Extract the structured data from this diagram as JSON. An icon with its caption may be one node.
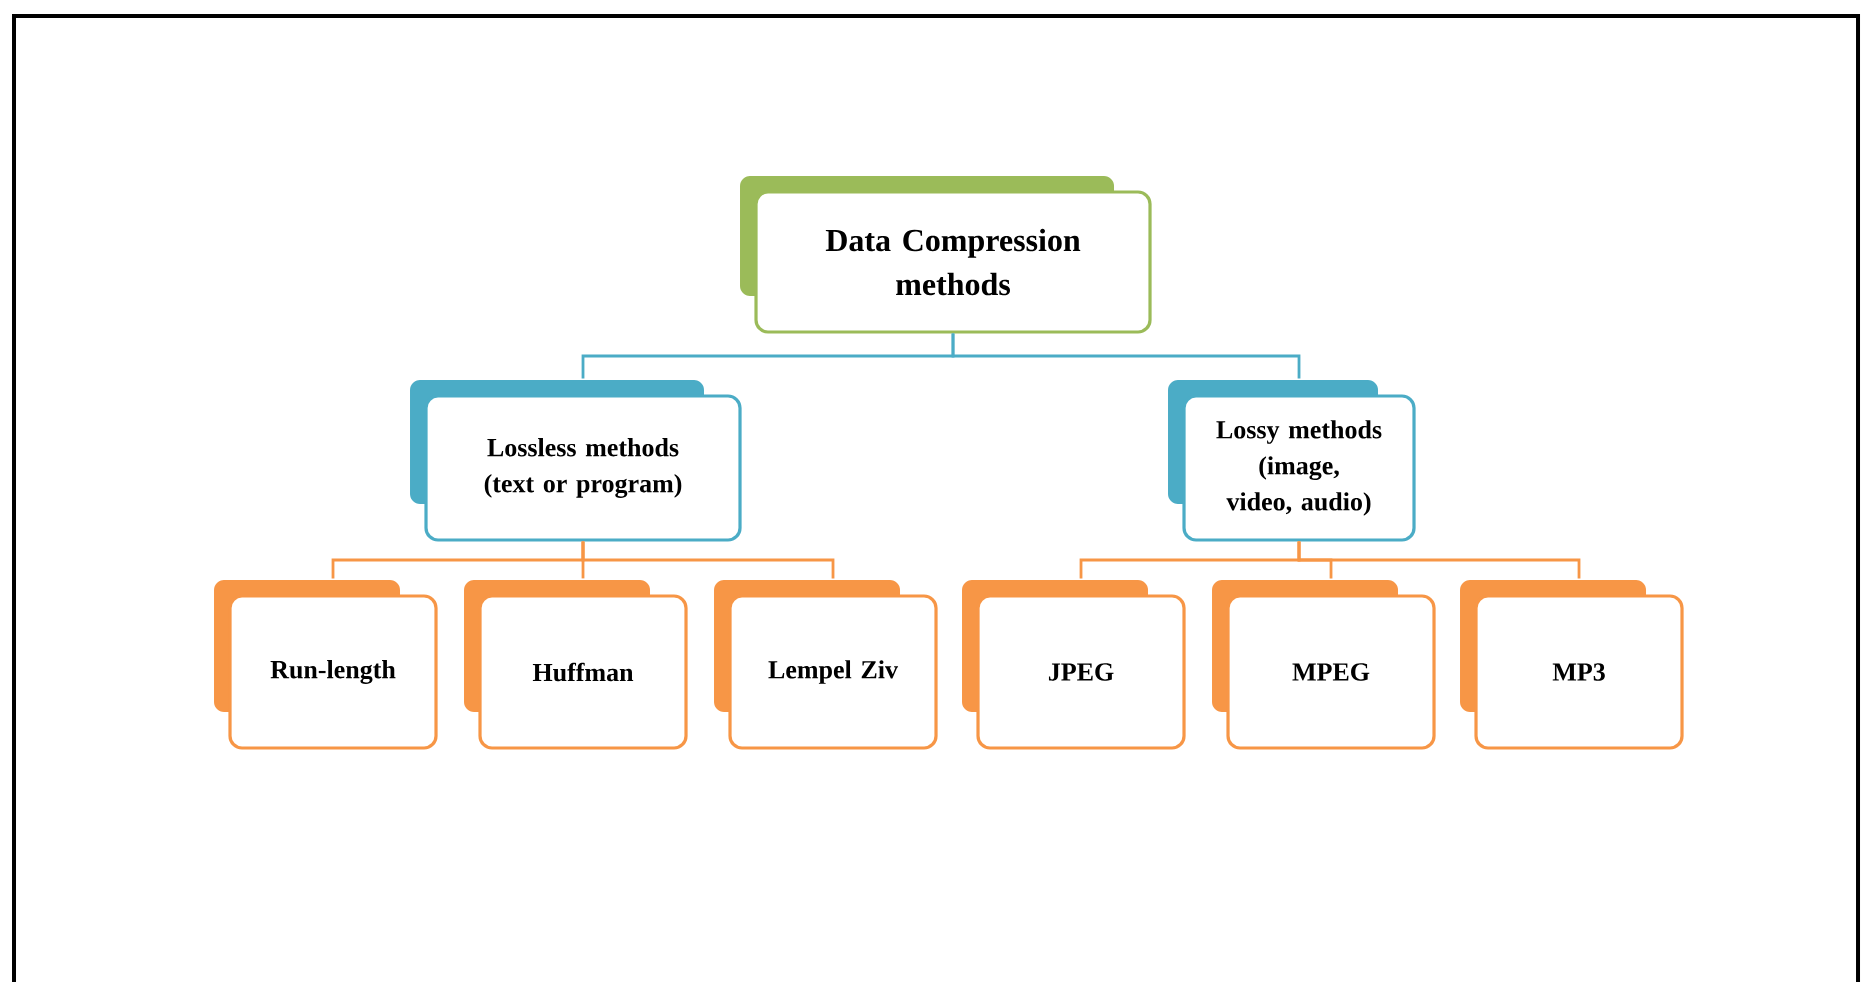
{
  "diagram": {
    "nodes": [
      {
        "text": [
          "Data Compression methods"
        ]
      },
      {
        "text": [
          "Lossless methods (text or program)"
        ]
      },
      {
        "text": [
          "Lossy methods (image, video, audio)"
        ]
      },
      {
        "text": [
          "Run-length"
        ]
      },
      {
        "text": [
          "Huffman"
        ]
      },
      {
        "text": [
          "Lempel Ziv"
        ]
      },
      {
        "text": [
          "JPEG"
        ]
      },
      {
        "text": [
          "MPEG"
        ]
      },
      {
        "text": [
          "MP3"
        ]
      }
    ],
    "edges": [
      {
        "from": 0,
        "to": 1,
        "arrow": "none",
        "color": "#4bacc6"
      },
      {
        "from": 0,
        "to": 2,
        "arrow": "none",
        "color": "#4bacc6"
      },
      {
        "from": 1,
        "to": 3,
        "arrow": "none"
      },
      {
        "from": 1,
        "to": 4,
        "arrow": "none"
      },
      {
        "from": 1,
        "to": 5,
        "arrow": "none"
      },
      {
        "from": 2,
        "to": 6,
        "arrow": "none"
      },
      {
        "from": 2,
        "to": 7,
        "arrow": "none"
      },
      {
        "from": 2,
        "to": 8,
        "arrow": "none"
      }
    ]
  }
}
